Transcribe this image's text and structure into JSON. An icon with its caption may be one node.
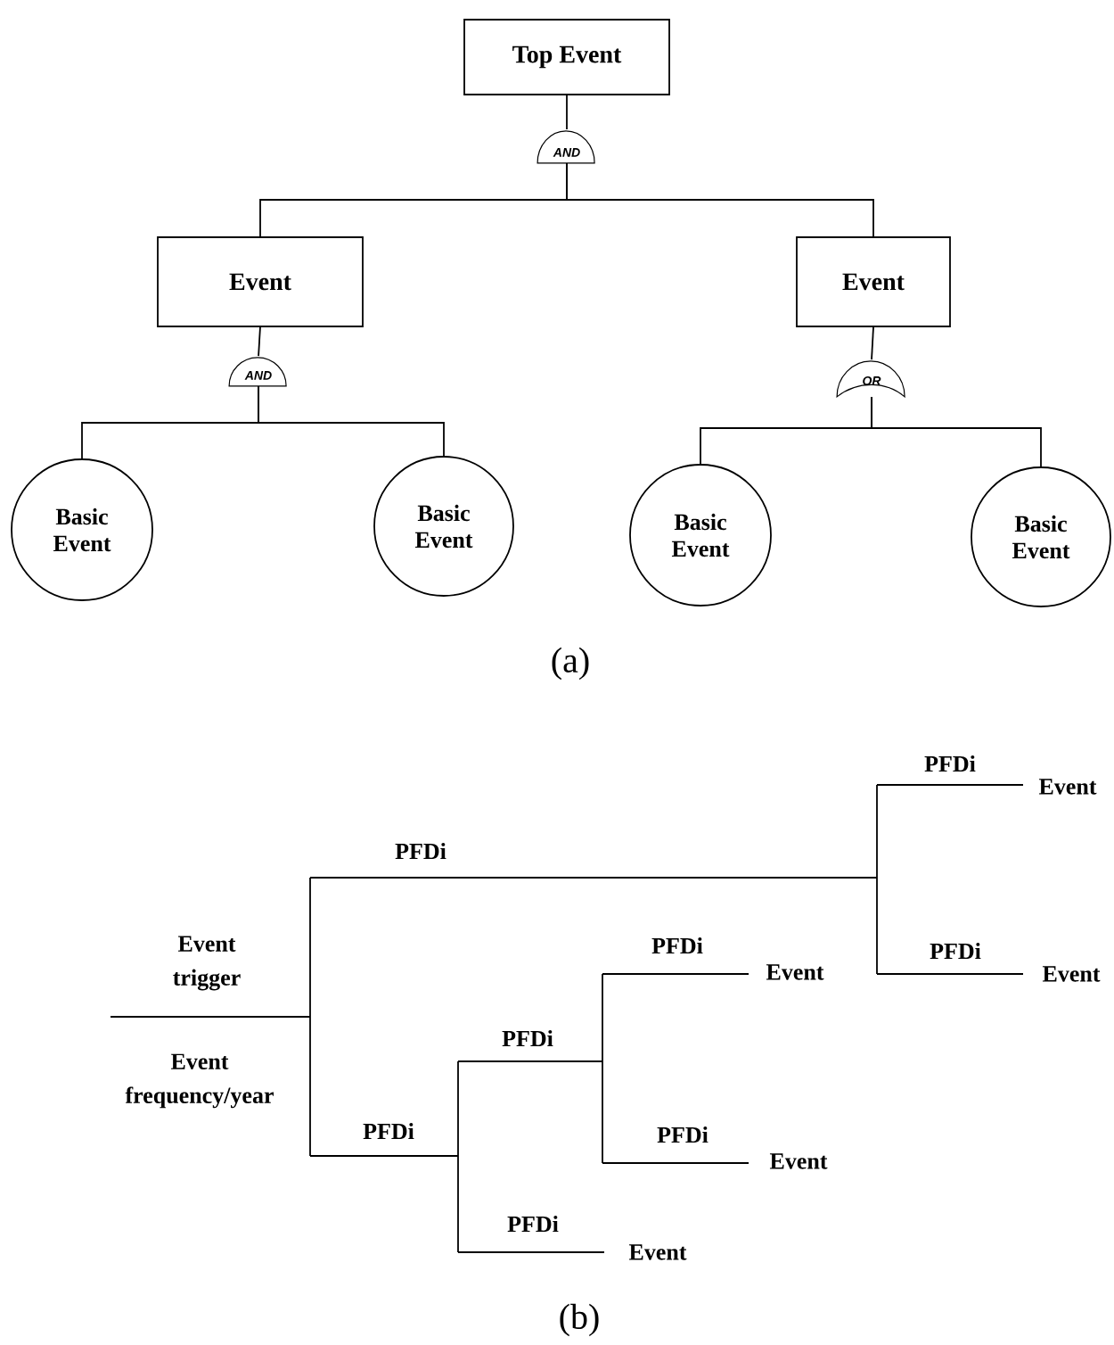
{
  "diagram": {
    "nodes": [
      {
        "text": [
          "Top Event"
        ]
      },
      {
        "text": [
          "AND"
        ]
      },
      {
        "text": [
          "Event"
        ]
      },
      {
        "text": [
          "Event"
        ]
      },
      {
        "text": [
          "AND"
        ]
      },
      {
        "text": [
          "OR"
        ]
      },
      {
        "text": [
          "Basic Event"
        ]
      },
      {
        "text": [
          "Basic Event"
        ]
      },
      {
        "text": [
          "Basic Event"
        ]
      },
      {
        "text": [
          "Basic Event"
        ]
      }
    ],
    "edges": [
      {
        "from": 0,
        "to": 1,
        "arrow": "none"
      },
      {
        "from": 1,
        "to": 2,
        "arrow": "none"
      },
      {
        "from": 1,
        "to": 3,
        "arrow": "none"
      },
      {
        "from": 2,
        "to": 4,
        "arrow": "none"
      },
      {
        "from": 3,
        "to": 5,
        "arrow": "none"
      },
      {
        "from": 4,
        "to": 6,
        "arrow": "none"
      },
      {
        "from": 4,
        "to": 7,
        "arrow": "none"
      },
      {
        "from": 5,
        "to": 8,
        "arrow": "none"
      },
      {
        "from": 5,
        "to": 9,
        "arrow": "none"
      }
    ],
    "labels": [
      "(a)",
      "PFDi",
      "Event",
      "PFDi",
      "Event trigger",
      "PFDi",
      "Event",
      "PFDi",
      "Event",
      "PFDi",
      "Event frequency/year",
      "PFDi",
      "PFDi",
      "Event",
      "PFDi",
      "Event",
      "(b)"
    ]
  }
}
